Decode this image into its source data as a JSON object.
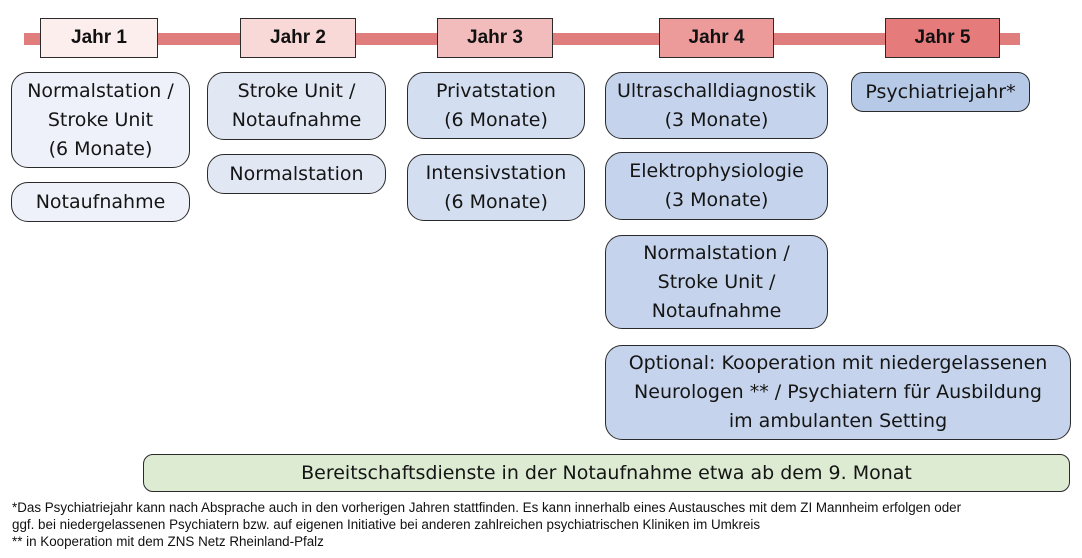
{
  "years": [
    {
      "label": "Jahr 1",
      "color": "#fdeeee"
    },
    {
      "label": "Jahr 2",
      "color": "#f9d8d8"
    },
    {
      "label": "Jahr 3",
      "color": "#f3bcbc"
    },
    {
      "label": "Jahr 4",
      "color": "#ec9a9a"
    },
    {
      "label": "Jahr 5",
      "color": "#e57b7b"
    }
  ],
  "year1": {
    "normalstation": [
      "Normalstation /",
      "Stroke Unit",
      "(6 Monate)"
    ],
    "notaufnahme": "Notaufnahme"
  },
  "year2": {
    "stroke_unit": [
      "Stroke Unit /",
      "Notaufnahme"
    ],
    "normalstation": "Normalstation"
  },
  "year3": {
    "privatstation": [
      "Privatstation",
      "(6 Monate)"
    ],
    "intensivstation": [
      "Intensivstation",
      "(6 Monate)"
    ]
  },
  "year4": {
    "ultraschall": [
      "Ultraschalldiagnostik",
      "(3 Monate)"
    ],
    "elektrophysiologie": [
      "Elektrophysiologie",
      "(3 Monate)"
    ],
    "normalstation": [
      "Normalstation /",
      "Stroke Unit /",
      "Notaufnahme"
    ],
    "optional": [
      "Optional: Kooperation mit niedergelassenen",
      "Neurologen ** / Psychiatern für Ausbildung",
      "im ambulanten Setting"
    ]
  },
  "year5": {
    "psychiatrie": "Psychiatriejahr*"
  },
  "bereitschaft": "Bereitschaftsdienste in der Notaufnahme etwa ab dem 9. Monat",
  "footnotes": [
    "*Das Psychiatriejahr kann nach Absprache auch in den vorherigen Jahren stattfinden. Es kann innerhalb eines Austausches mit dem ZI Mannheim erfolgen oder",
    "ggf. bei niedergelassenen Psychiatern bzw. auf eigenen Initiative  bei anderen zahlreichen psychiatrischen Kliniken im Umkreis",
    "** in Kooperation mit dem ZNS Netz Rheinland-Pfalz"
  ]
}
